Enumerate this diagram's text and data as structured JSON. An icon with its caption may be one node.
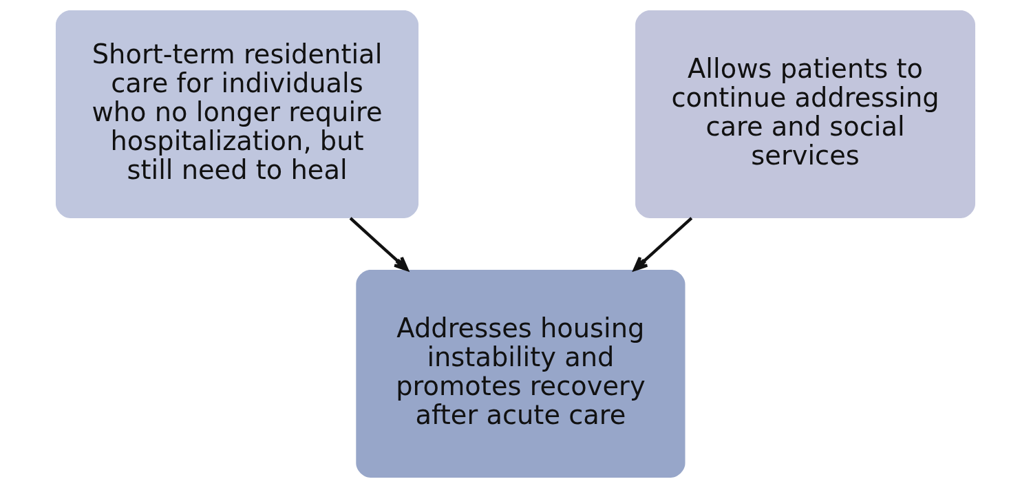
{
  "diagram": {
    "nodes": [
      {
        "text": [
          "Short-term residential care for individuals who no longer require hospitalization, but still need to heal"
        ]
      },
      {
        "text": [
          "Allows patients to continue addressing care and social services"
        ]
      },
      {
        "text": [
          "Addresses housing instability and promotes recovery after acute care"
        ]
      }
    ],
    "edges": [
      {
        "from": 0,
        "to": 2,
        "arrow": "to"
      },
      {
        "from": 1,
        "to": 2,
        "arrow": "to"
      }
    ]
  }
}
